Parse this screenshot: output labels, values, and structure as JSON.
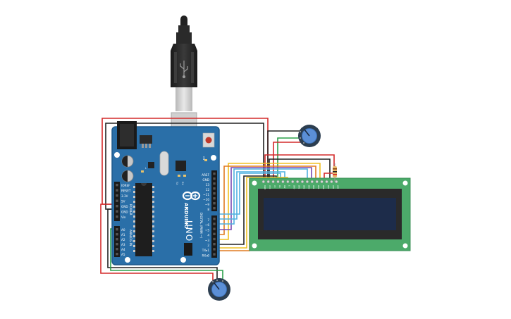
{
  "board": {
    "brand": "ARDUINO",
    "model": "UNO",
    "power_header_label": "POWER",
    "analog_header_label": "ANALOG IN",
    "digital_header_label": "DIGITAL (PWM ~)",
    "tx_label": "TX",
    "rx_label": "RX",
    "on_label": "ON",
    "l_label": "L",
    "power_pins": [
      "IOREF",
      "RESET",
      "3.3V",
      "5V",
      "GND",
      "GND",
      "Vin"
    ],
    "analog_pins": [
      "A0",
      "A1",
      "A2",
      "A3",
      "A4",
      "A5"
    ],
    "digital_pins_top": [
      "AREF",
      "GND",
      "13",
      "12",
      "~11",
      "~10",
      "~9",
      "8"
    ],
    "digital_pins_bottom": [
      "7",
      "~6",
      "~5",
      "4",
      "~3",
      "2",
      "TX▸1",
      "RX◂0"
    ]
  },
  "lcd": {
    "pin_labels": [
      "GND",
      "VCC",
      "V0",
      "RS",
      "RW",
      "E",
      "DB0",
      "DB1",
      "DB2",
      "DB3",
      "DB4",
      "DB5",
      "DB6",
      "DB7",
      "LED",
      "LED"
    ]
  },
  "colors": {
    "board_blue": "#2a6fa8",
    "board_edge": "#1f5a8c",
    "lcd_pcb": "#4caa6a",
    "lcd_screen": "#1d2c4a",
    "wire_red": "#d42a2a",
    "wire_black": "#222222",
    "wire_green": "#2aa04a",
    "wire_yellow": "#f0c020",
    "wire_blue": "#4fb0e0",
    "wire_purple": "#7a4ab0",
    "wire_orange": "#e07a20",
    "pot_knob": "#5b8fd6"
  }
}
